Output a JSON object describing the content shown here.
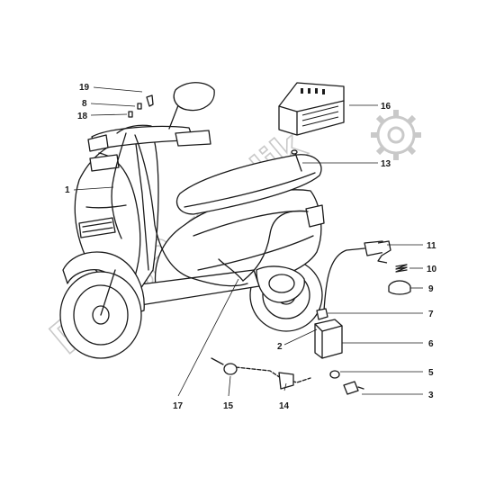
{
  "watermark": {
    "text": "PartsRepublik"
  },
  "callouts": [
    {
      "id": "c1",
      "label": "1"
    },
    {
      "id": "c2",
      "label": "2"
    },
    {
      "id": "c3",
      "label": "3"
    },
    {
      "id": "c5",
      "label": "5"
    },
    {
      "id": "c6",
      "label": "6"
    },
    {
      "id": "c7",
      "label": "7"
    },
    {
      "id": "c8",
      "label": "8"
    },
    {
      "id": "c9",
      "label": "9"
    },
    {
      "id": "c10",
      "label": "10"
    },
    {
      "id": "c11",
      "label": "11"
    },
    {
      "id": "c13",
      "label": "13"
    },
    {
      "id": "c14",
      "label": "14"
    },
    {
      "id": "c15",
      "label": "15"
    },
    {
      "id": "c16",
      "label": "16"
    },
    {
      "id": "c17",
      "label": "17"
    },
    {
      "id": "c18",
      "label": "18"
    },
    {
      "id": "c19",
      "label": "19"
    }
  ],
  "icons": {
    "watermark_logo": "gear-icon"
  }
}
